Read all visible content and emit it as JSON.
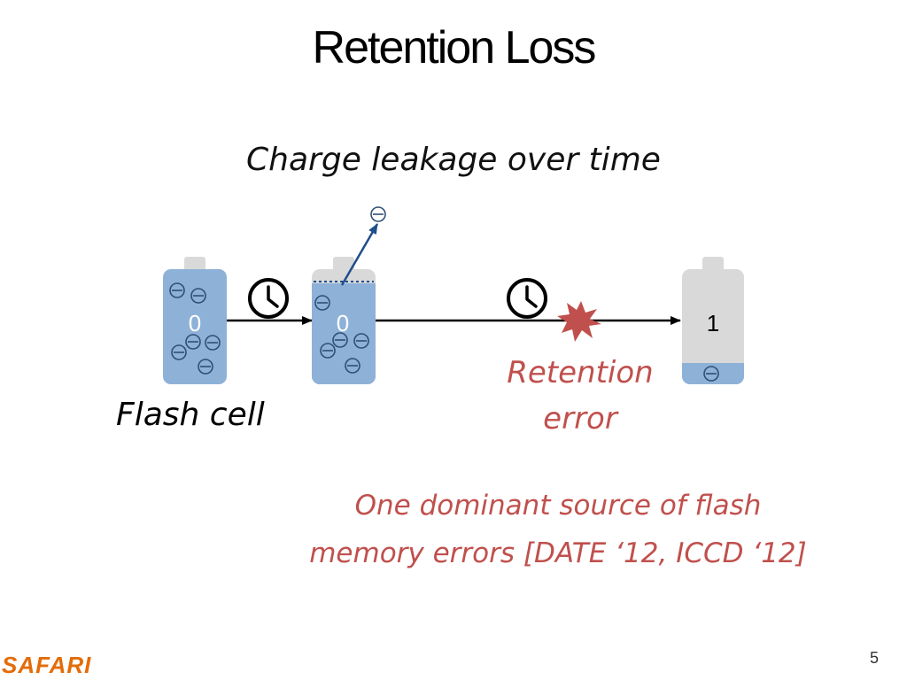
{
  "slide": {
    "title": "Retention Loss",
    "subtitle": "Charge leakage over time",
    "flash_cell_label": "Flash cell",
    "retention_error_label": [
      "Retention",
      "error"
    ],
    "footnote": [
      "One dominant source of flash",
      "memory errors [DATE ‘12, ICCD ‘12]"
    ],
    "logo_text": "SAFARI",
    "page_number": "5"
  },
  "diagram": {
    "cells": [
      {
        "value": "0",
        "fill_level": "full",
        "electrons": 6
      },
      {
        "value": "0",
        "fill_level": "nearly-full",
        "electrons": 5,
        "leaked_electrons": 1
      },
      {
        "value": "1",
        "fill_level": "low",
        "electrons": 1
      }
    ],
    "icons": [
      "clock-icon",
      "clock-icon",
      "error-burst-icon",
      "electron-icon"
    ],
    "colors": {
      "cell_fill": "#8eb1d8",
      "cell_empty": "#d9d9d9",
      "error_accent": "#c0504d",
      "arrow": "#000000",
      "leak_arrow": "#1f4e8c",
      "logo": "#e36c09"
    }
  }
}
